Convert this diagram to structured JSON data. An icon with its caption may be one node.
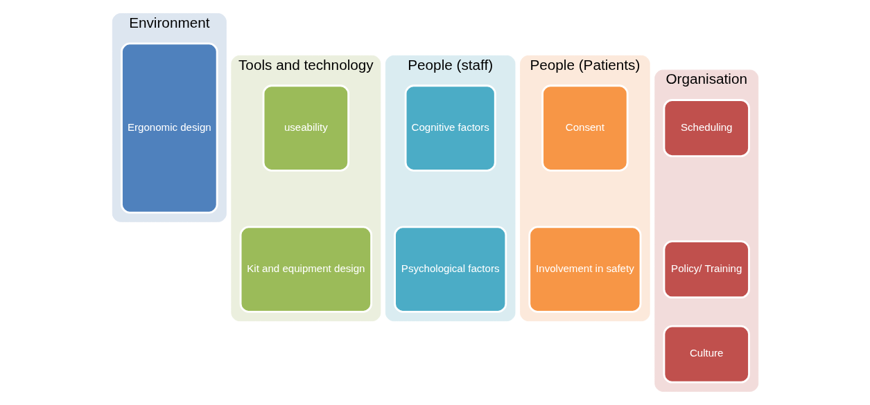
{
  "diagram": {
    "nodes": [
      {
        "text": [
          "Environment"
        ]
      },
      {
        "text": [
          "Ergonomic design"
        ],
        "in": 0
      },
      {
        "text": [
          "Tools and technology"
        ]
      },
      {
        "text": [
          "useability"
        ],
        "in": 2
      },
      {
        "text": [
          "Kit and equipment design"
        ],
        "in": 2
      },
      {
        "text": [
          "People (staff)"
        ]
      },
      {
        "text": [
          "Cognitive factors"
        ],
        "in": 5
      },
      {
        "text": [
          "Psychological factors"
        ],
        "in": 5
      },
      {
        "text": [
          "People (Patients)"
        ]
      },
      {
        "text": [
          "Consent"
        ],
        "in": 8
      },
      {
        "text": [
          "Involvement in safety"
        ],
        "in": 8
      },
      {
        "text": [
          "Organisation"
        ]
      },
      {
        "text": [
          "Scheduling"
        ],
        "in": 11
      },
      {
        "text": [
          "Policy/ Training"
        ],
        "in": 11
      },
      {
        "text": [
          "Culture"
        ],
        "in": 11
      }
    ],
    "edges": []
  }
}
